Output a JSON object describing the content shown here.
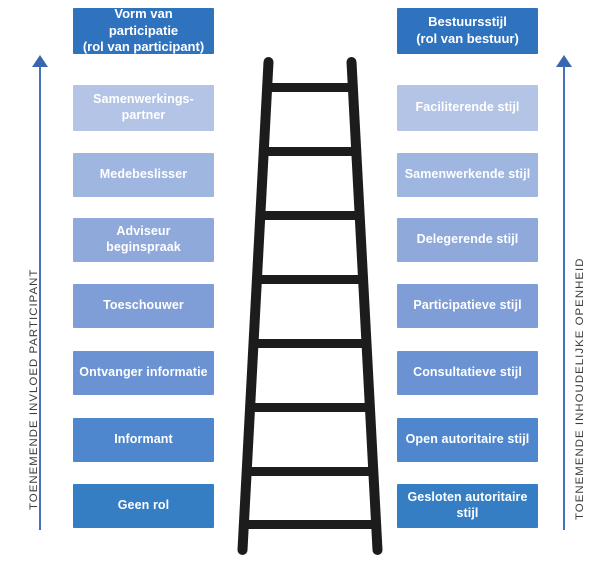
{
  "diagram": {
    "title_left": "Vorm van participatie (rol van participant)",
    "title_right": "Bestuursstijl (rol van bestuur)",
    "background": "#ffffff"
  },
  "left_column": {
    "header_line1": "Vorm van participatie",
    "header_line2": "(rol van participant)",
    "header_color": "#2f72bd",
    "steps": [
      {
        "label": "Samenwerkings-\npartner",
        "line1": "Samenwerkings-",
        "line2": "partner",
        "color": "#b3c4e7"
      },
      {
        "label": "Medebeslisser",
        "line1": "Medebeslisser",
        "line2": "",
        "color": "#9fb6e1"
      },
      {
        "label": "Adviseur beginspraak",
        "line1": "Adviseur beginspraak",
        "line2": "",
        "color": "#8fa9da"
      },
      {
        "label": "Toeschouwer",
        "line1": "Toeschouwer",
        "line2": "",
        "color": "#7f9dd6"
      },
      {
        "label": "Ontvanger informatie",
        "line1": "Ontvanger informatie",
        "line2": "",
        "color": "#6b93d3"
      },
      {
        "label": "Informant",
        "line1": "Informant",
        "line2": "",
        "color": "#4e87cd"
      },
      {
        "label": "Geen rol",
        "line1": "Geen rol",
        "line2": "",
        "color": "#357ec4"
      }
    ]
  },
  "right_column": {
    "header_line1": "Bestuursstijl",
    "header_line2": "(rol van bestuur)",
    "header_color": "#2f72bd",
    "steps": [
      {
        "label": "Faciliterende stijl",
        "line1": "Faciliterende stijl",
        "line2": "",
        "color": "#b3c4e7"
      },
      {
        "label": "Samenwerkende stijl",
        "line1": "Samenwerkende stijl",
        "line2": "",
        "color": "#9fb6e1"
      },
      {
        "label": "Delegerende stijl",
        "line1": "Delegerende stijl",
        "line2": "",
        "color": "#8fa9da"
      },
      {
        "label": "Participatieve stijl",
        "line1": "Participatieve stijl",
        "line2": "",
        "color": "#7f9dd6"
      },
      {
        "label": "Consultatieve stijl",
        "line1": "Consultatieve stijl",
        "line2": "",
        "color": "#6b93d3"
      },
      {
        "label": "Open autoritaire stijl",
        "line1": "Open autoritaire stijl",
        "line2": "",
        "color": "#4e87cd"
      },
      {
        "label": "Gesloten autoritaire stijl",
        "line1": "Gesloten autoritaire",
        "line2": "stijl",
        "color": "#357ec4"
      }
    ]
  },
  "axes": {
    "left": {
      "label": "TOENEMENDE INVLOED PARTICIPANT",
      "color": "#4472b8",
      "direction": "up"
    },
    "right": {
      "label": "TOENEMENDE INHOUDELIJKE OPENHEID",
      "color": "#4472b8",
      "direction": "up"
    }
  },
  "ladder": {
    "name": "ladder-illustration",
    "rung_count": 8,
    "color": "#1c1c1c"
  }
}
